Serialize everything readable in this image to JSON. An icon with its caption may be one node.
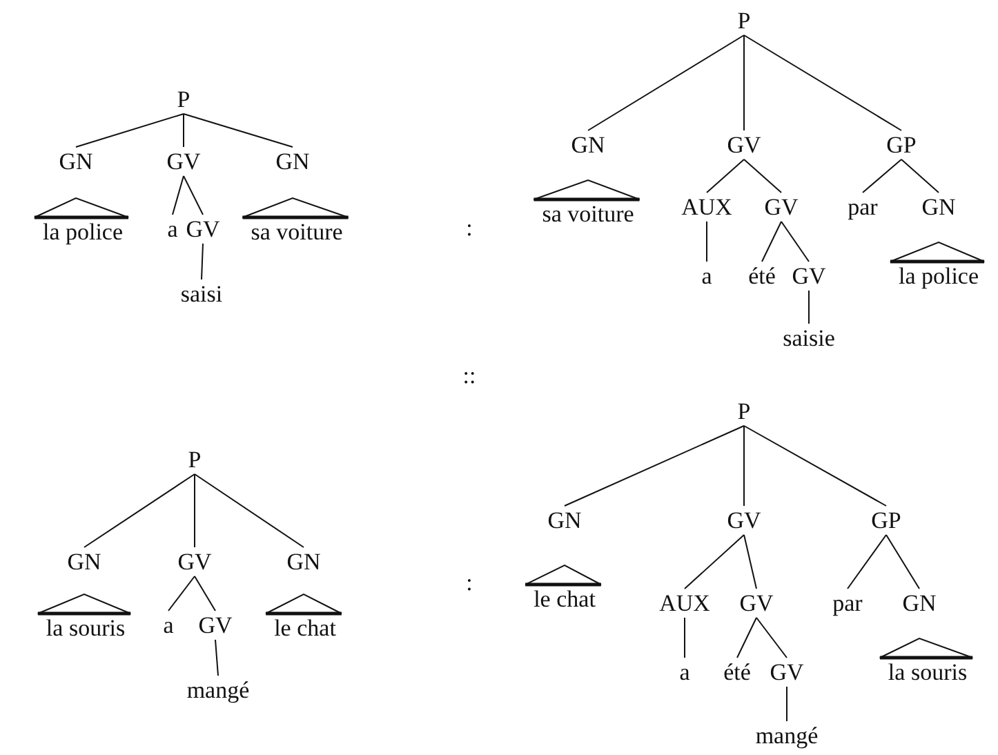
{
  "diagram": {
    "nodes": [
      {
        "text": [
          "P"
        ]
      },
      {
        "text": [
          "GN"
        ]
      },
      {
        "text": [
          "GV"
        ]
      },
      {
        "text": [
          "GN"
        ]
      },
      {
        "text": [
          "la police"
        ]
      },
      {
        "text": [
          "a"
        ]
      },
      {
        "text": [
          "GV"
        ]
      },
      {
        "text": [
          "saisi"
        ]
      },
      {
        "text": [
          "sa voiture"
        ]
      },
      {
        "text": [
          "P"
        ]
      },
      {
        "text": [
          "GN"
        ]
      },
      {
        "text": [
          "GV"
        ]
      },
      {
        "text": [
          "GP"
        ]
      },
      {
        "text": [
          "sa voiture"
        ]
      },
      {
        "text": [
          "AUX"
        ]
      },
      {
        "text": [
          "GV"
        ]
      },
      {
        "text": [
          "par"
        ]
      },
      {
        "text": [
          "GN"
        ]
      },
      {
        "text": [
          "a"
        ]
      },
      {
        "text": [
          "été"
        ]
      },
      {
        "text": [
          "GV"
        ]
      },
      {
        "text": [
          "saisie"
        ]
      },
      {
        "text": [
          "la police"
        ]
      },
      {
        "text": [
          "P"
        ]
      },
      {
        "text": [
          "GN"
        ]
      },
      {
        "text": [
          "GV"
        ]
      },
      {
        "text": [
          "GN"
        ]
      },
      {
        "text": [
          "la souris"
        ]
      },
      {
        "text": [
          "a"
        ]
      },
      {
        "text": [
          "GV"
        ]
      },
      {
        "text": [
          "mangé"
        ]
      },
      {
        "text": [
          "le chat"
        ]
      },
      {
        "text": [
          "P"
        ]
      },
      {
        "text": [
          "GN"
        ]
      },
      {
        "text": [
          "GV"
        ]
      },
      {
        "text": [
          "GP"
        ]
      },
      {
        "text": [
          "le chat"
        ]
      },
      {
        "text": [
          "AUX"
        ]
      },
      {
        "text": [
          "GV"
        ]
      },
      {
        "text": [
          "par"
        ]
      },
      {
        "text": [
          "GN"
        ]
      },
      {
        "text": [
          "a"
        ]
      },
      {
        "text": [
          "été"
        ]
      },
      {
        "text": [
          "GV"
        ]
      },
      {
        "text": [
          "mangé"
        ]
      },
      {
        "text": [
          "la souris"
        ]
      }
    ],
    "edges": [
      {
        "from": 0,
        "to": 1,
        "arrow": "none"
      },
      {
        "from": 0,
        "to": 2,
        "arrow": "none"
      },
      {
        "from": 0,
        "to": 3,
        "arrow": "none"
      },
      {
        "from": 1,
        "to": 4,
        "arrow": "none"
      },
      {
        "from": 2,
        "to": 5,
        "arrow": "none"
      },
      {
        "from": 2,
        "to": 6,
        "arrow": "none"
      },
      {
        "from": 6,
        "to": 7,
        "arrow": "none"
      },
      {
        "from": 3,
        "to": 8,
        "arrow": "none"
      },
      {
        "from": 9,
        "to": 10,
        "arrow": "none"
      },
      {
        "from": 9,
        "to": 11,
        "arrow": "none"
      },
      {
        "from": 9,
        "to": 12,
        "arrow": "none"
      },
      {
        "from": 10,
        "to": 13,
        "arrow": "none"
      },
      {
        "from": 11,
        "to": 14,
        "arrow": "none"
      },
      {
        "from": 11,
        "to": 15,
        "arrow": "none"
      },
      {
        "from": 14,
        "to": 18,
        "arrow": "none"
      },
      {
        "from": 15,
        "to": 19,
        "arrow": "none"
      },
      {
        "from": 15,
        "to": 20,
        "arrow": "none"
      },
      {
        "from": 20,
        "to": 21,
        "arrow": "none"
      },
      {
        "from": 12,
        "to": 16,
        "arrow": "none"
      },
      {
        "from": 12,
        "to": 17,
        "arrow": "none"
      },
      {
        "from": 17,
        "to": 22,
        "arrow": "none"
      },
      {
        "from": 23,
        "to": 24,
        "arrow": "none"
      },
      {
        "from": 23,
        "to": 25,
        "arrow": "none"
      },
      {
        "from": 23,
        "to": 26,
        "arrow": "none"
      },
      {
        "from": 24,
        "to": 27,
        "arrow": "none"
      },
      {
        "from": 25,
        "to": 28,
        "arrow": "none"
      },
      {
        "from": 25,
        "to": 29,
        "arrow": "none"
      },
      {
        "from": 29,
        "to": 30,
        "arrow": "none"
      },
      {
        "from": 26,
        "to": 31,
        "arrow": "none"
      },
      {
        "from": 32,
        "to": 33,
        "arrow": "none"
      },
      {
        "from": 32,
        "to": 34,
        "arrow": "none"
      },
      {
        "from": 32,
        "to": 35,
        "arrow": "none"
      },
      {
        "from": 33,
        "to": 36,
        "arrow": "none"
      },
      {
        "from": 34,
        "to": 37,
        "arrow": "none"
      },
      {
        "from": 34,
        "to": 38,
        "arrow": "none"
      },
      {
        "from": 37,
        "to": 41,
        "arrow": "none"
      },
      {
        "from": 38,
        "to": 42,
        "arrow": "none"
      },
      {
        "from": 38,
        "to": 43,
        "arrow": "none"
      },
      {
        "from": 43,
        "to": 44,
        "arrow": "none"
      },
      {
        "from": 35,
        "to": 39,
        "arrow": "none"
      },
      {
        "from": 35,
        "to": 40,
        "arrow": "none"
      },
      {
        "from": 40,
        "to": 45,
        "arrow": "none"
      }
    ],
    "labels": [
      ":",
      "::",
      ":"
    ]
  }
}
